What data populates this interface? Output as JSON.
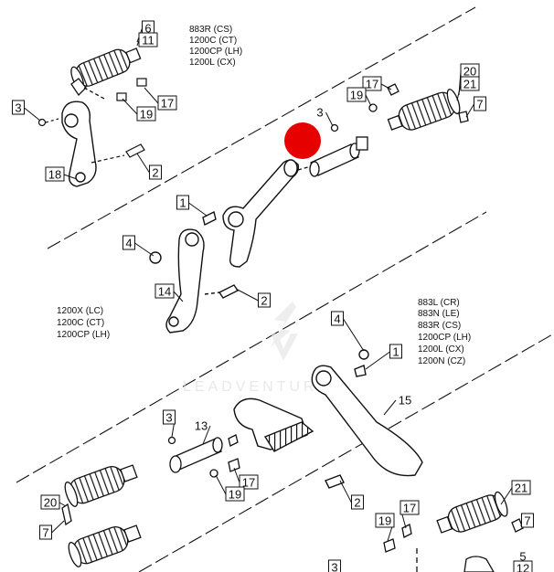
{
  "diagram": {
    "callouts": [
      {
        "id": "c6",
        "label": "6"
      },
      {
        "id": "c11",
        "label": "11"
      },
      {
        "id": "c3a",
        "label": "3"
      },
      {
        "id": "c17a",
        "label": "17"
      },
      {
        "id": "c19a",
        "label": "19"
      },
      {
        "id": "c2a",
        "label": "2"
      },
      {
        "id": "c18",
        "label": "18"
      },
      {
        "id": "c3b",
        "label": "3"
      },
      {
        "id": "c17b",
        "label": "17"
      },
      {
        "id": "c19b",
        "label": "19"
      },
      {
        "id": "c20a",
        "label": "20"
      },
      {
        "id": "c21a",
        "label": "21"
      },
      {
        "id": "c7a",
        "label": "7"
      },
      {
        "id": "c1a",
        "label": "1"
      },
      {
        "id": "c4a",
        "label": "4"
      },
      {
        "id": "c14",
        "label": "14"
      },
      {
        "id": "c2b",
        "label": "2"
      },
      {
        "id": "c4b",
        "label": "4"
      },
      {
        "id": "c1b",
        "label": "1"
      },
      {
        "id": "c15",
        "label": "15"
      },
      {
        "id": "c3c",
        "label": "3"
      },
      {
        "id": "c13",
        "label": "13"
      },
      {
        "id": "c17c",
        "label": "17"
      },
      {
        "id": "c19c",
        "label": "19"
      },
      {
        "id": "c2c",
        "label": "2"
      },
      {
        "id": "c20b",
        "label": "20"
      },
      {
        "id": "c7b",
        "label": "7"
      },
      {
        "id": "c21b",
        "label": "21"
      },
      {
        "id": "c17d",
        "label": "17"
      },
      {
        "id": "c19d",
        "label": "19"
      },
      {
        "id": "c7c",
        "label": "7"
      },
      {
        "id": "c5",
        "label": "5"
      },
      {
        "id": "c12",
        "label": "12"
      },
      {
        "id": "c3d",
        "label": "3"
      }
    ],
    "model_lists": {
      "top_right": [
        "883R (CS)",
        "1200C (CT)",
        "1200CP (LH)",
        "1200L (CX)"
      ],
      "middle_left": [
        "1200X (LC)",
        "1200C (CT)",
        "1200CP (LH)"
      ],
      "middle_right": [
        "883L (CR)",
        "883N (LE)",
        "883R (CS)",
        "1200CP (LH)",
        "1200L (CX)",
        "1200N (CZ)"
      ]
    },
    "watermark": "LEADVENTURE",
    "marker_color": "#e60000"
  }
}
